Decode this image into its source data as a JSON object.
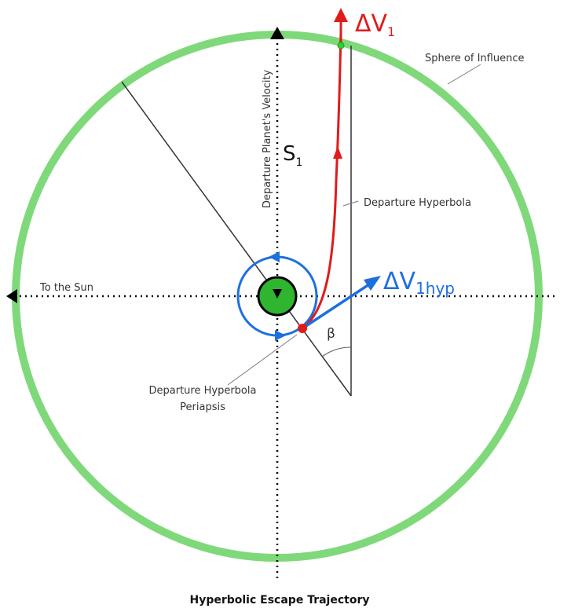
{
  "labels": {
    "sphere_of_influence": "Sphere of Influence",
    "departure_planet_velocity": "Departure Planet's Velocity",
    "s1": "S",
    "s1_sub": "1",
    "departure_hyperbola": "Departure Hyperbola",
    "to_the_sun": "To the Sun",
    "delta_v1": "ΔV",
    "delta_v1_sub": "1",
    "delta_v1hyp": "ΔV",
    "delta_v1hyp_sub": "1hyp",
    "beta": "β",
    "periapsis_line1": "Departure Hyperbola",
    "periapsis_line2": "Periapsis",
    "caption": "Hyperbolic Escape Trajectory"
  },
  "colors": {
    "sphere": "#7fd97a",
    "planet": "#2fb52f",
    "trajectory": "#e01b1b",
    "parking_orbit": "#1d6fe0",
    "axes": "#000000",
    "lines": "#333333"
  }
}
